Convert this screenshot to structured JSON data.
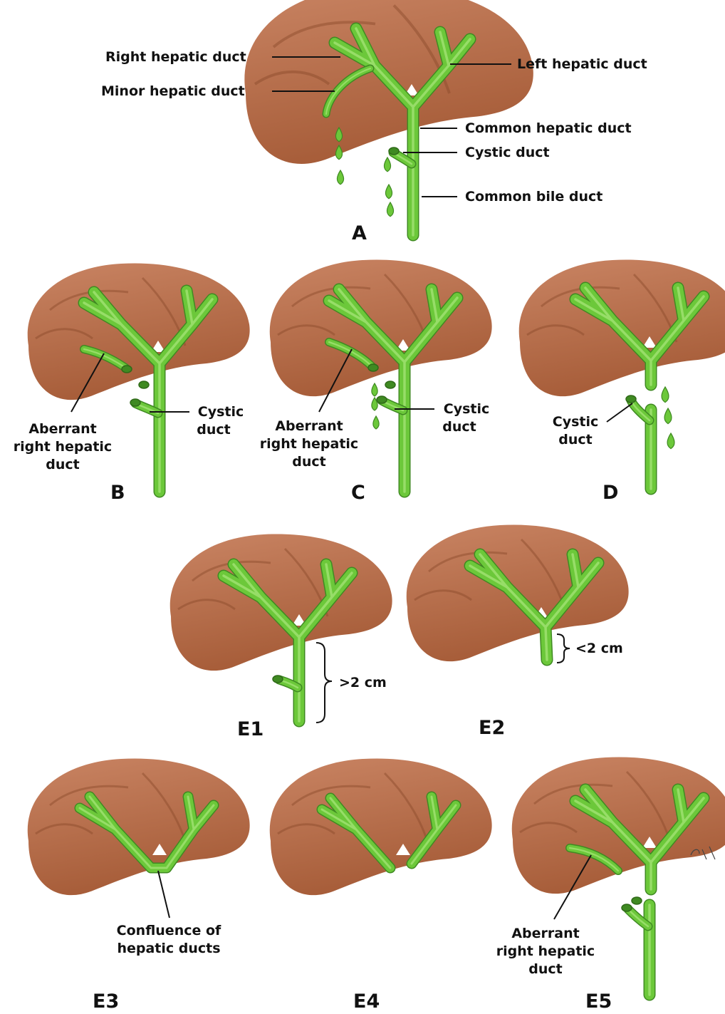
{
  "colors": {
    "liver": "#b86e48",
    "liver_dark": "#8f4f31",
    "duct": "#6cc83a",
    "duct_dark": "#3f8a22",
    "duct_light": "#a9e57c"
  },
  "panels": {
    "A": {
      "letter": "A",
      "right_hepatic_duct": "Right hepatic duct",
      "minor_hepatic_duct": "Minor hepatic duct",
      "left_hepatic_duct": "Left hepatic duct",
      "common_hepatic_duct": "Common hepatic duct",
      "cystic_duct": "Cystic duct",
      "common_bile_duct": "Common bile duct"
    },
    "B": {
      "letter": "B",
      "aberrant_l1": "Aberrant",
      "aberrant_l2": "right hepatic",
      "aberrant_l3": "duct",
      "cystic_l1": "Cystic",
      "cystic_l2": "duct"
    },
    "C": {
      "letter": "C",
      "aberrant_l1": "Aberrant",
      "aberrant_l2": "right hepatic",
      "aberrant_l3": "duct",
      "cystic_l1": "Cystic",
      "cystic_l2": "duct"
    },
    "D": {
      "letter": "D",
      "cystic_l1": "Cystic",
      "cystic_l2": "duct"
    },
    "E1": {
      "letter": "E1",
      "distance": ">2 cm"
    },
    "E2": {
      "letter": "E2",
      "distance": "<2 cm"
    },
    "E3": {
      "letter": "E3",
      "confluence_l1": "Confluence of",
      "confluence_l2": "hepatic ducts"
    },
    "E4": {
      "letter": "E4"
    },
    "E5": {
      "letter": "E5",
      "aberrant_l1": "Aberrant",
      "aberrant_l2": "right hepatic",
      "aberrant_l3": "duct"
    }
  }
}
